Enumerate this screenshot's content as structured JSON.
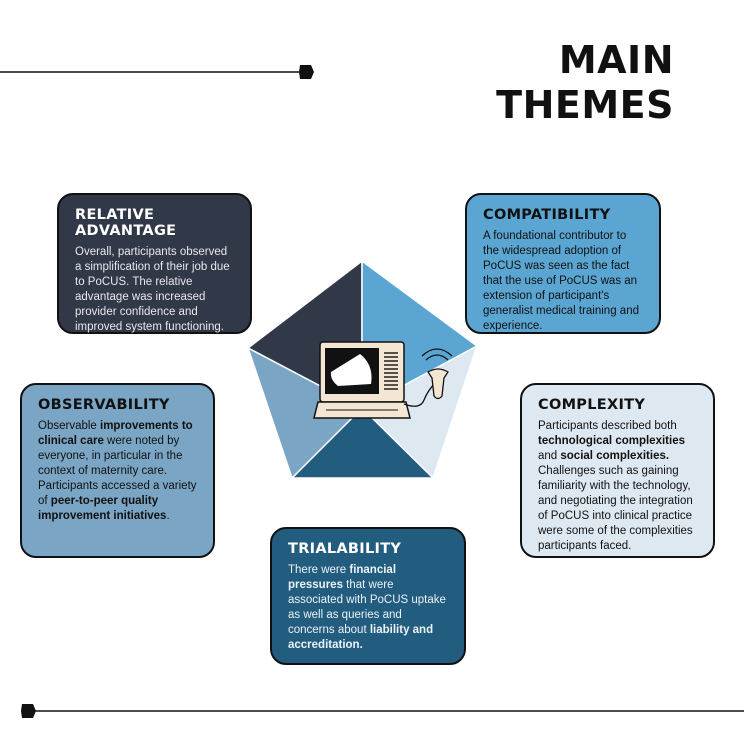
{
  "title": {
    "line1": "MAIN",
    "line2": "THEMES"
  },
  "cards": {
    "relative_advantage": {
      "heading": "RELATIVE ADVANTAGE",
      "text": "Overall, participants observed a simplification of their job due to PoCUS. The relative advantage  was increased provider confidence and improved system functioning."
    },
    "compatibility": {
      "heading": "COMPATIBILITY",
      "text": "A foundational contributor to the widespread adoption of PoCUS was seen as the fact that the use of PoCUS was an extension of participant's generalist medical training and experience."
    },
    "observability": {
      "heading": "OBSERVABILITY",
      "t1": "Observable ",
      "b1": "improvements to clinical care",
      "t2": " were noted by everyone, in particular in the context of maternity care. Participants accessed a variety of ",
      "b2": "peer-to-peer quality improvement initiatives",
      "t3": "."
    },
    "complexity": {
      "heading": "COMPLEXITY",
      "t1": "Participants described  both ",
      "b1": "technological complexities",
      "t2": " and ",
      "b2": "social complexities.",
      "t3": " Challenges such as gaining familiarity with the technology, and negotiating the integration of PoCUS into clinical practice were some of the complexities participants faced."
    },
    "trialability": {
      "heading": "TRIALABILITY",
      "t1": "There were ",
      "b1": "financial pressures",
      "t2": " that were associated with PoCUS uptake as well as queries and concerns about ",
      "b2": "liability and accreditation."
    }
  },
  "colors": {
    "relative_advantage": "#313847",
    "compatibility": "#5aa5d2",
    "observability": "#7aa5c4",
    "complexity": "#dde8f1",
    "trialability": "#225d80"
  },
  "icons": {
    "center": "ultrasound-machine-icon"
  }
}
